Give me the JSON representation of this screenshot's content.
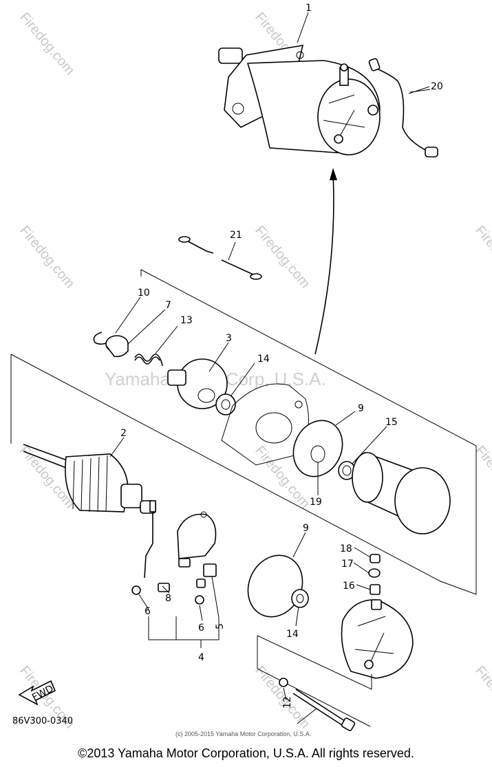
{
  "watermarks": {
    "site": "Firedog.com",
    "center": "Yamaha Motor Corp, U.S.A.",
    "small": "(c) 2005-2015 Yamaha Motor Corporation, U.S.A."
  },
  "diagram_code": "86V300-0340",
  "fwd_label": "FWD",
  "callouts": [
    "1",
    "2",
    "3",
    "4",
    "5",
    "6",
    "6",
    "7",
    "8",
    "9",
    "9",
    "10",
    "12",
    "13",
    "14",
    "14",
    "15",
    "16",
    "17",
    "18",
    "19",
    "20",
    "21"
  ],
  "copyright": "©2013 Yamaha Motor Corporation, U.S.A. All rights reserved."
}
